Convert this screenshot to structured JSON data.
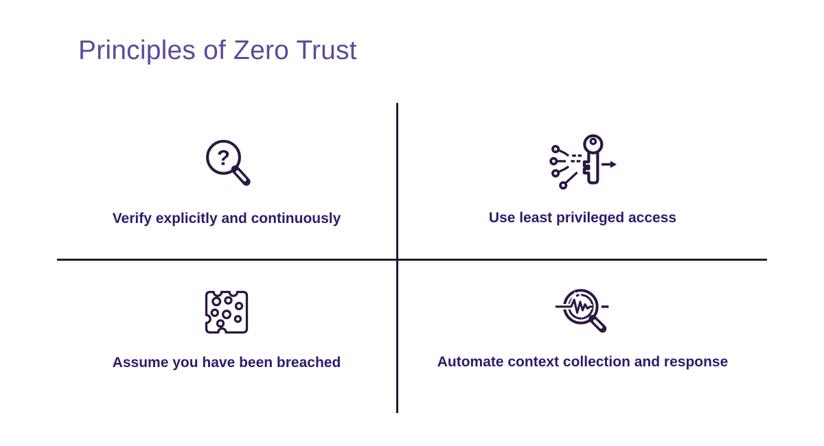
{
  "page": {
    "title": "Principles of Zero Trust"
  },
  "colors": {
    "title": "#5C4A9E",
    "label": "#2E1A6E",
    "icon_stroke": "#2A1742",
    "divider": "#241732",
    "background": "#ffffff"
  },
  "icons": {
    "question_glyph": "?"
  },
  "quadrants": [
    {
      "position": "top-left",
      "icon": "magnifier-question-icon",
      "label": "Verify explicitly and continuously"
    },
    {
      "position": "top-right",
      "icon": "circuit-key-arrow-icon",
      "label": "Use least privileged access"
    },
    {
      "position": "bottom-left",
      "icon": "swiss-cheese-icon",
      "label": "Assume you have been breached"
    },
    {
      "position": "bottom-right",
      "icon": "magnifier-pulse-icon",
      "label": "Automate context collection and response"
    }
  ]
}
